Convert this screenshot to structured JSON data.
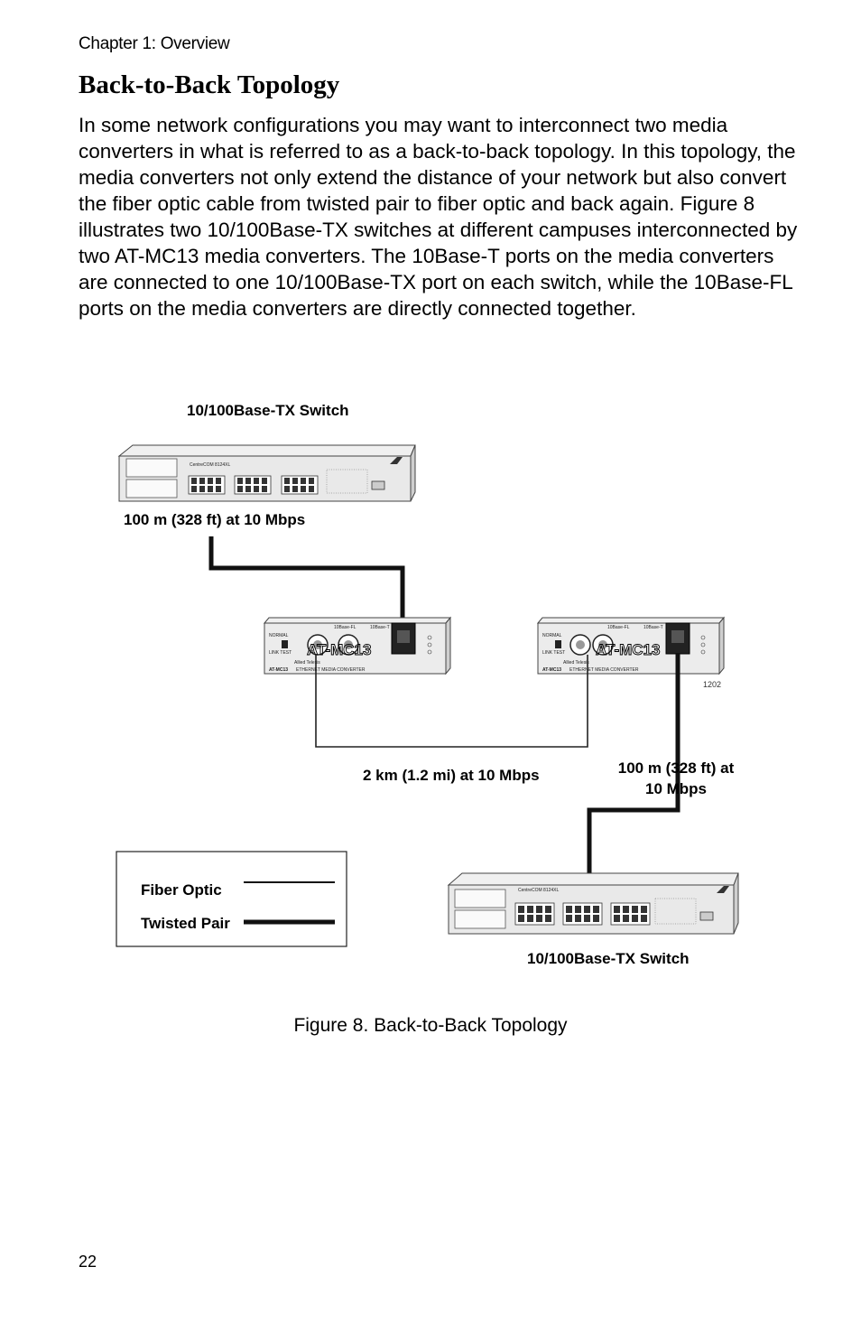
{
  "header": {
    "chapter": "Chapter 1: Overview"
  },
  "section": {
    "title": "Back-to-Back Topology"
  },
  "body": {
    "paragraph": "In some network configurations you may want to interconnect two media converters in what is referred to as a back-to-back topology. In this topology, the media converters not only extend the distance of your network but also convert the fiber optic cable from twisted pair to fiber optic and back again. Figure 8 illustrates two 10/100Base-TX switches at different campuses interconnected by two AT-MC13 media converters. The 10Base-T ports on the media converters are connected to one 10/100Base-TX port on each switch, while the 10Base-FL ports on the media converters are directly connected together."
  },
  "figure": {
    "switch_top_label": "10/100Base-TX Switch",
    "switch_bottom_label": "10/100Base-TX Switch",
    "top_link_label": "100 m (328 ft) at 10 Mbps",
    "fiber_link_label": "2 km (1.2 mi) at 10 Mbps",
    "right_link_label_line1": "100 m (328 ft) at",
    "right_link_label_line2": "10 Mbps",
    "converter_left_model": "AT-MC13",
    "converter_right_model": "AT-MC13",
    "converter_subtitle": "ETHERNET MEDIA CONVERTER",
    "brand": "Allied Telesis",
    "switch_model": "CentreCOM 8124XL",
    "port_label_fl": "10Base-FL",
    "port_label_t": "10Base-T",
    "figure_number": "1202",
    "legend": {
      "fiber_label": "Fiber Optic",
      "twisted_label": "Twisted Pair"
    }
  },
  "caption": "Figure 8. Back-to-Back Topology",
  "footer": {
    "page_number": "22"
  }
}
